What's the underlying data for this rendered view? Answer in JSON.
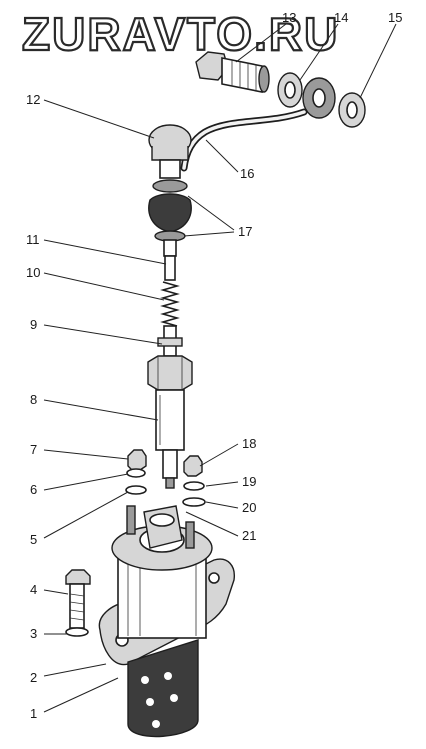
{
  "watermark": "ZURAVTO.RU",
  "callouts": [
    {
      "id": "1",
      "label": "1"
    },
    {
      "id": "2",
      "label": "2"
    },
    {
      "id": "3",
      "label": "3"
    },
    {
      "id": "4",
      "label": "4"
    },
    {
      "id": "5",
      "label": "5"
    },
    {
      "id": "6",
      "label": "6"
    },
    {
      "id": "7",
      "label": "7"
    },
    {
      "id": "8",
      "label": "8"
    },
    {
      "id": "9",
      "label": "9"
    },
    {
      "id": "10",
      "label": "10"
    },
    {
      "id": "11",
      "label": "11"
    },
    {
      "id": "12",
      "label": "12"
    },
    {
      "id": "13",
      "label": "13"
    },
    {
      "id": "14",
      "label": "14"
    },
    {
      "id": "15",
      "label": "15"
    },
    {
      "id": "16",
      "label": "16"
    },
    {
      "id": "17",
      "label": "17"
    },
    {
      "id": "18",
      "label": "18"
    },
    {
      "id": "19",
      "label": "19"
    },
    {
      "id": "20",
      "label": "20"
    },
    {
      "id": "21",
      "label": "21"
    }
  ],
  "colors": {
    "ink": "#1e1e1e",
    "paper": "#ffffff"
  }
}
